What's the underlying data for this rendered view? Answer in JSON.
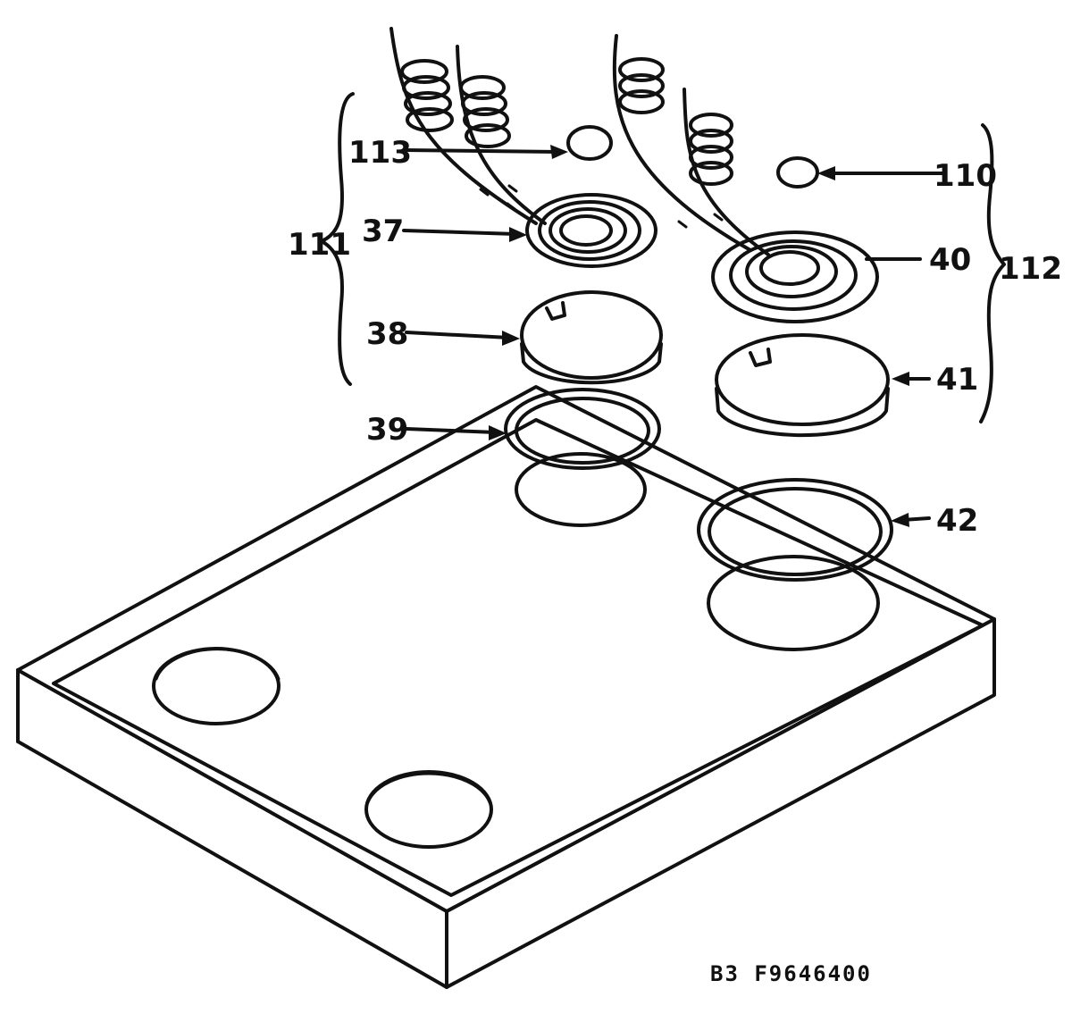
{
  "diagram": {
    "labels": {
      "l113": "113",
      "l110": "110",
      "l111": "111",
      "l112": "112",
      "l37": "37",
      "l38": "38",
      "l39": "39",
      "l40": "40",
      "l41": "41",
      "l42": "42"
    },
    "drawing_code": "B3 F9646400"
  }
}
